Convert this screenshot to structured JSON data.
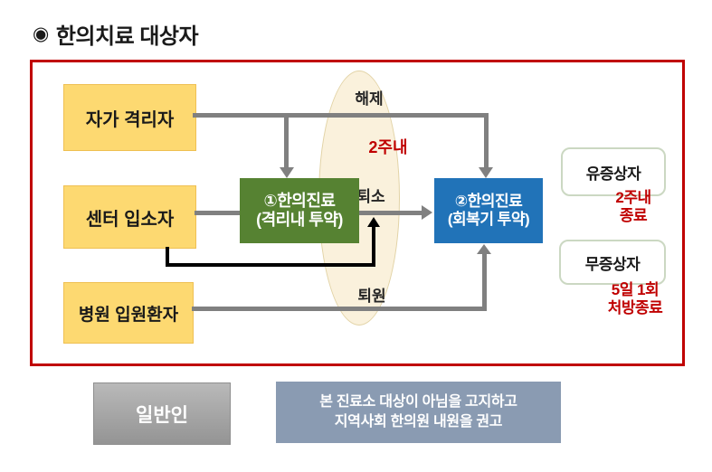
{
  "title": {
    "bullet": "◉",
    "text": "한의치료 대상자"
  },
  "colors": {
    "frame_red": "#C00000",
    "source_yellow": "#FDD971",
    "stage1_green": "#568232",
    "stage2_blue": "#2173B8",
    "arrow_gray": "#808080",
    "black_arrow": "#000000",
    "ellipse_cream": "#FAF1DC",
    "note_red": "#C00000",
    "outcome_border_green": "#CBD8C2",
    "footer_gray": "#A9A9A9",
    "footer_slate": "#8A9BB2"
  },
  "sources": {
    "self_quarantine": "자가 격리자",
    "center_resident": "센터 입소자",
    "hospital_inpatient": "병원 입원환자"
  },
  "stages": {
    "stage1_line1": "①한의진료",
    "stage1_line2": "(격리내 투약)",
    "stage2_line1": "②한의진료",
    "stage2_line2": "(회복기 투약)"
  },
  "transitions": {
    "release": "해제",
    "duration": "2주내",
    "discharge_center": "퇴소",
    "discharge_hospital": "퇴원"
  },
  "outcomes": {
    "symptomatic_label": "유증상자",
    "symptomatic_note_line1": "2주내",
    "symptomatic_note_line2": "종료",
    "asymptomatic_label": "무증상자",
    "asymptomatic_note_line1": "5일 1회",
    "asymptomatic_note_line2": "처방종료"
  },
  "footer": {
    "general_public": "일반인",
    "notice_line1": "본 진료소 대상이 아님을 고지하고",
    "notice_line2": "지역사회 한의원 내원을 권고"
  }
}
